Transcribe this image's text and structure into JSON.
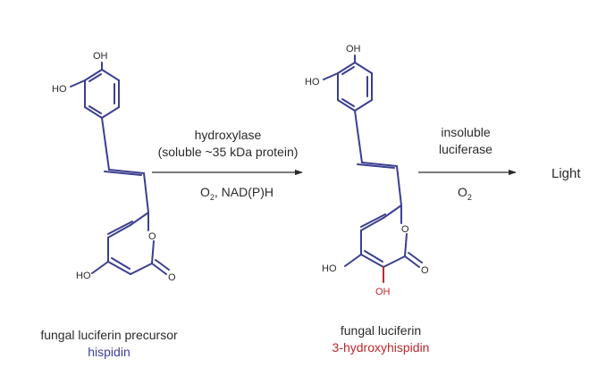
{
  "colors": {
    "bond": "#3b3f8f",
    "text": "#2a2a2a",
    "highlight_red": "#c0272d",
    "name_blue": "#3b3f9f"
  },
  "molecule1": {
    "atoms": {
      "oh_top": "OH",
      "ho_left": "HO",
      "ring_o": "O",
      "carbonyl_o": "O",
      "ho_bottom": "HO"
    },
    "name": "fungal luciferin precursor",
    "subname": "hispidin"
  },
  "step1": {
    "enzyme": "hydroxylase",
    "enzyme_detail": "(soluble ~35 kDa protein)",
    "cofactor_o": "O",
    "cofactor_sub": "2",
    "cofactor_rest": ", NAD(P)H"
  },
  "molecule2": {
    "atoms": {
      "oh_top": "OH",
      "ho_left": "HO",
      "ring_o": "O",
      "carbonyl_o": "O",
      "ho_bottom": "HO",
      "oh_new": "OH"
    },
    "name": "fungal luciferin",
    "subname": "3-hydroxyhispidin"
  },
  "step2": {
    "enzyme_line1": "insoluble",
    "enzyme_line2": "luciferase",
    "cofactor_o": "O",
    "cofactor_sub": "2"
  },
  "product": "Light"
}
